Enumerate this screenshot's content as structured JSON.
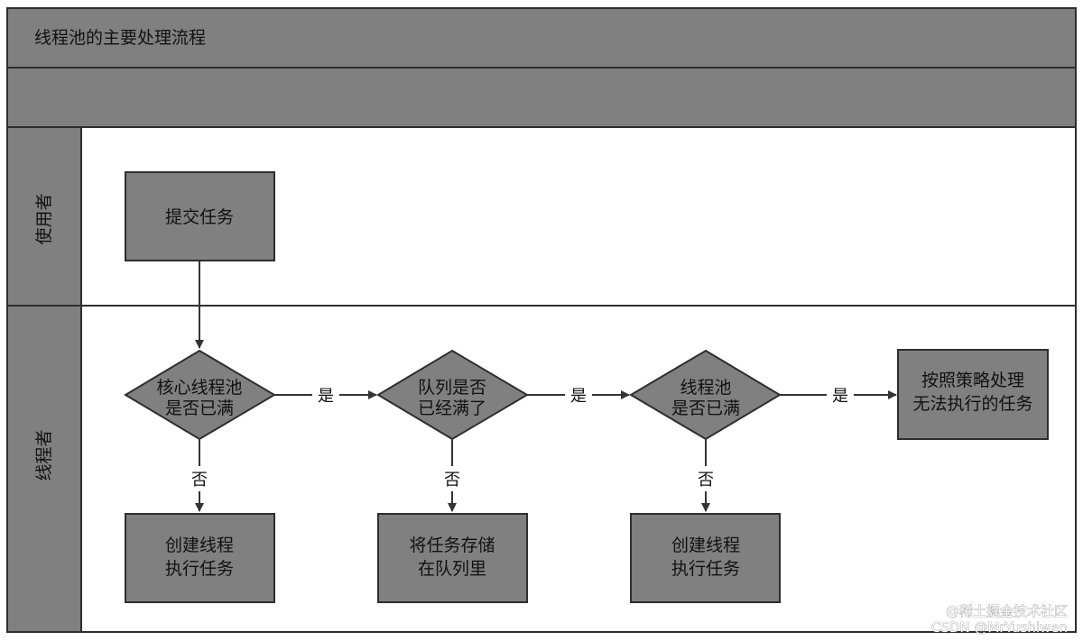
{
  "title": "线程池的主要处理流程",
  "lanes": {
    "user": "使用者",
    "pool": "线程者"
  },
  "nodes": {
    "submit": "提交任务",
    "d1_l1": "核心线程池",
    "d1_l2": "是否已满",
    "d2_l1": "队列是否",
    "d2_l2": "已经满了",
    "d3_l1": "线程池",
    "d3_l2": "是否已满",
    "reject_l1": "按照策略处理",
    "reject_l2": "无法执行的任务",
    "n1_l1": "创建线程",
    "n1_l2": "执行任务",
    "n2_l1": "将任务存储",
    "n2_l2": "在队列里",
    "n3_l1": "创建线程",
    "n3_l2": "执行任务"
  },
  "edges": {
    "yes1": "是",
    "yes2": "是",
    "yes3": "是",
    "no1": "否",
    "no2": "否",
    "no3": "否"
  },
  "watermark": {
    "line1": "@稀土掘金技术社区",
    "line2": "CSDN @MrYushiwen"
  }
}
